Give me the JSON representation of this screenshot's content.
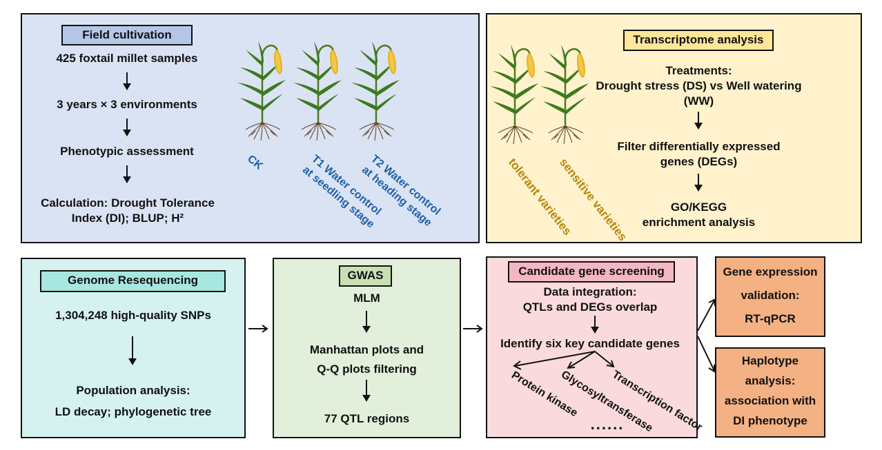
{
  "field": {
    "title": "Field cultivation",
    "step1": "425 foxtail millet samples",
    "step2": "3 years × 3 environments",
    "step3": "Phenotypic assessment",
    "step4_line1": "Calculation: Drought Tolerance",
    "step4_line2": "Index (DI); BLUP; H²",
    "plants": [
      {
        "label": "CK"
      },
      {
        "label_line1": "T1 Water control",
        "label_line2": "at seedling stage"
      },
      {
        "label_line1": "T2 Water control",
        "label_line2": "at heading stage"
      }
    ],
    "colors": {
      "panel": "#dae3f3",
      "title": "#b4c7e7",
      "label": "#1f5fa8"
    }
  },
  "transcriptome": {
    "title": "Transcriptome analysis",
    "treat_line1": "Treatments:",
    "treat_line2": "Drought stress (DS) vs Well watering",
    "treat_line3": "(WW)",
    "filter_line1": "Filter differentially expressed",
    "filter_line2": "genes (DEGs)",
    "go_line1": "GO/KEGG",
    "go_line2": "enrichment analysis",
    "varieties": [
      "tolerant varieties",
      "sensitive varieties"
    ],
    "colors": {
      "panel": "#fff2cc",
      "title": "#ffe699",
      "label": "#b8860b"
    }
  },
  "genome": {
    "title": "Genome Resequencing",
    "snps": "1,304,248 high-quality SNPs",
    "pop_line1": "Population analysis:",
    "pop_line2": "LD decay; phylogenetic tree",
    "colors": {
      "panel": "#d5f2f0",
      "title": "#a8e6e0"
    }
  },
  "gwas": {
    "title": "GWAS",
    "model": "MLM",
    "filter_line1": "Manhattan plots and",
    "filter_line2": "Q-Q plots filtering",
    "result": "77 QTL regions",
    "colors": {
      "panel": "#e2efda",
      "title": "#c6e0b4"
    }
  },
  "candidate": {
    "title": "Candidate gene screening",
    "integ_line1": "Data integration:",
    "integ_line2": "QTLs and DEGs overlap",
    "identify": "Identify six key candidate genes",
    "genes": [
      "Protein kinase",
      "Glycosyltransferase",
      "Transcription factor"
    ],
    "more": "......",
    "colors": {
      "panel": "#fadadd",
      "title": "#f4b6c2"
    }
  },
  "expression": {
    "line1": "Gene expression",
    "line2": "validation:",
    "line3": "RT-qPCR",
    "colors": {
      "panel": "#f4b183"
    }
  },
  "haplotype": {
    "line1": "Haplotype",
    "line2": "analysis:",
    "line3": "association with",
    "line4": "DI phenotype"
  }
}
